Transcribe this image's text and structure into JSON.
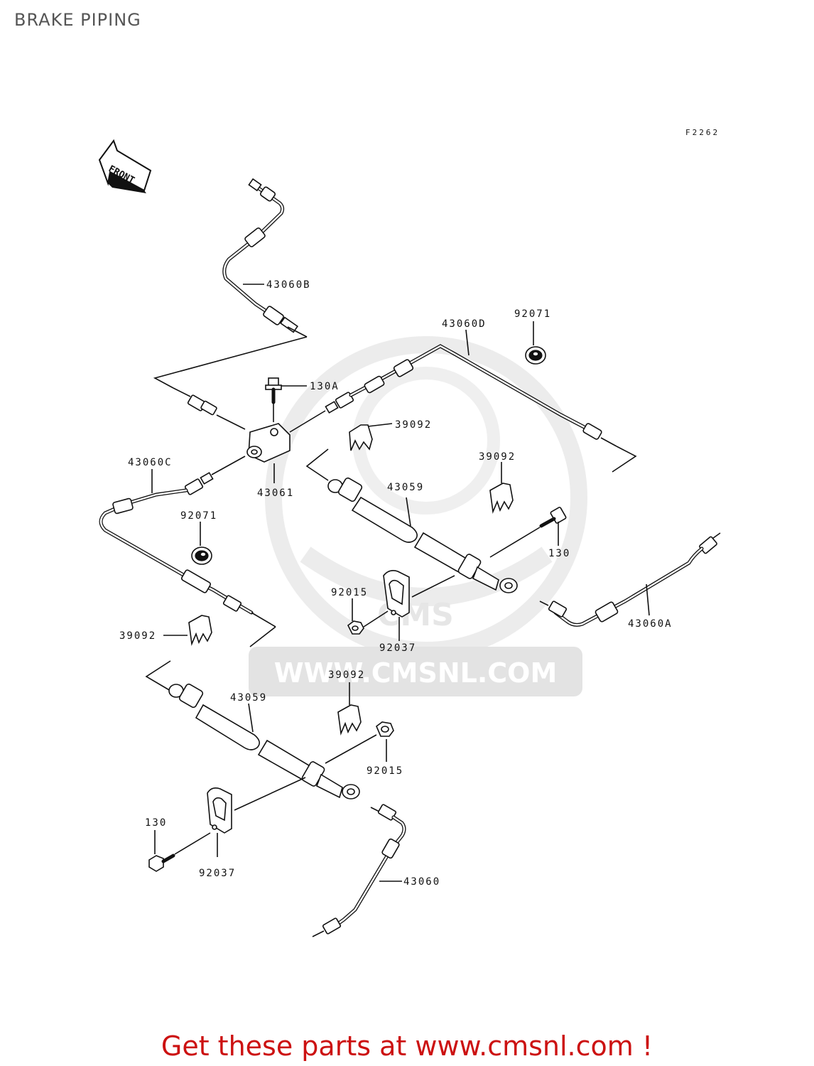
{
  "page": {
    "title": "BRAKE PIPING",
    "figure_code": "F2262"
  },
  "orientation": {
    "arrow_label": "FRONT"
  },
  "watermark": {
    "brand": "CMS",
    "url": "WWW.CMSNL.COM"
  },
  "labels": {
    "l_43060B": "43060B",
    "l_43060D": "43060D",
    "l_92071_top": "92071",
    "l_130A": "130A",
    "l_39092_a": "39092",
    "l_39092_b": "39092",
    "l_43060C": "43060C",
    "l_43061": "43061",
    "l_43059_top": "43059",
    "l_92071_mid": "92071",
    "l_130_right": "130",
    "l_92015_a": "92015",
    "l_92037_a": "92037",
    "l_43060A": "43060A",
    "l_39092_c": "39092",
    "l_39092_d": "39092",
    "l_43059_bottom": "43059",
    "l_92015_b": "92015",
    "l_130_left": "130",
    "l_92037_b": "92037",
    "l_43060": "43060"
  },
  "footer": {
    "text": "Get these parts at www.cmsnl.com !"
  }
}
